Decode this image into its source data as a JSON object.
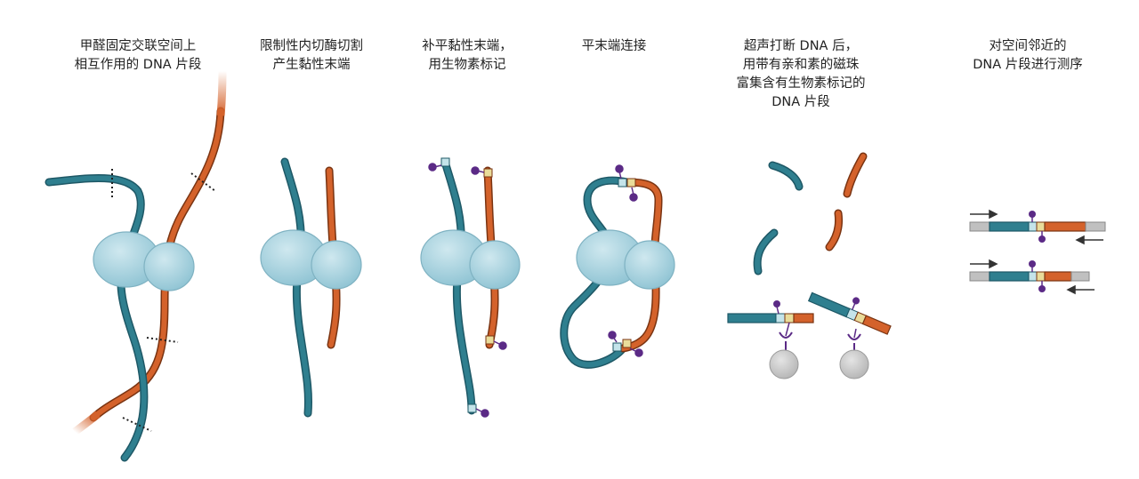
{
  "steps": [
    {
      "lines": [
        "甲醛固定交联空间上",
        "相互作用的 DNA 片段"
      ]
    },
    {
      "lines": [
        "限制性内切酶切割",
        "产生黏性末端"
      ]
    },
    {
      "lines": [
        "补平黏性末端，",
        "用生物素标记"
      ]
    },
    {
      "lines": [
        "平末端连接"
      ]
    },
    {
      "lines": [
        "超声打断 DNA 后，",
        "用带有亲和素的磁珠",
        "富集含有生物素标记的",
        "DNA 片段"
      ]
    },
    {
      "lines": [
        "对空间邻近的",
        "DNA 片段进行测序"
      ]
    }
  ],
  "colors": {
    "strand_blue": "#2f7f8f",
    "strand_orange": "#d4622b",
    "protein_fill": "#a9d3df",
    "biotin": "#5b2a86",
    "bead": "#c9c9c9",
    "adapter": "#a6a6a6",
    "fill_in_light": "#e9dc9a",
    "fill_in_blue": "#c4e4ea"
  }
}
